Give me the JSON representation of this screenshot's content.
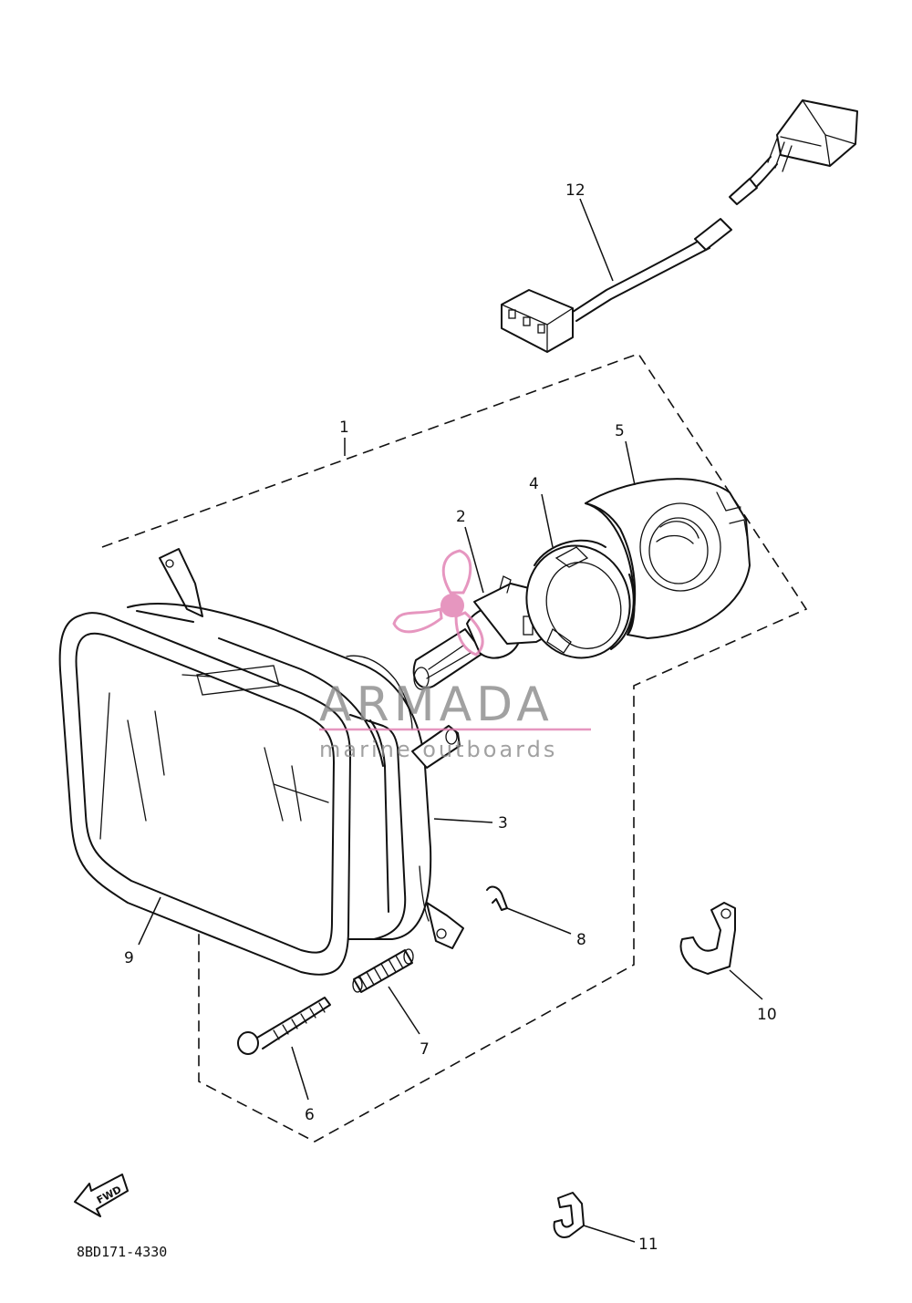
{
  "diagram_code": "8BD171-4330",
  "fwd_label": "FWD",
  "watermark": {
    "title": "ARMADA",
    "subtitle": "marine outboards",
    "accent_color": "#e07cb0"
  },
  "callouts": [
    {
      "id": "1",
      "label": "1"
    },
    {
      "id": "2",
      "label": "2"
    },
    {
      "id": "3",
      "label": "3"
    },
    {
      "id": "4",
      "label": "4"
    },
    {
      "id": "5",
      "label": "5"
    },
    {
      "id": "6",
      "label": "6"
    },
    {
      "id": "7",
      "label": "7"
    },
    {
      "id": "8",
      "label": "8"
    },
    {
      "id": "9",
      "label": "9"
    },
    {
      "id": "10",
      "label": "10"
    },
    {
      "id": "11",
      "label": "11"
    },
    {
      "id": "12",
      "label": "12"
    }
  ]
}
